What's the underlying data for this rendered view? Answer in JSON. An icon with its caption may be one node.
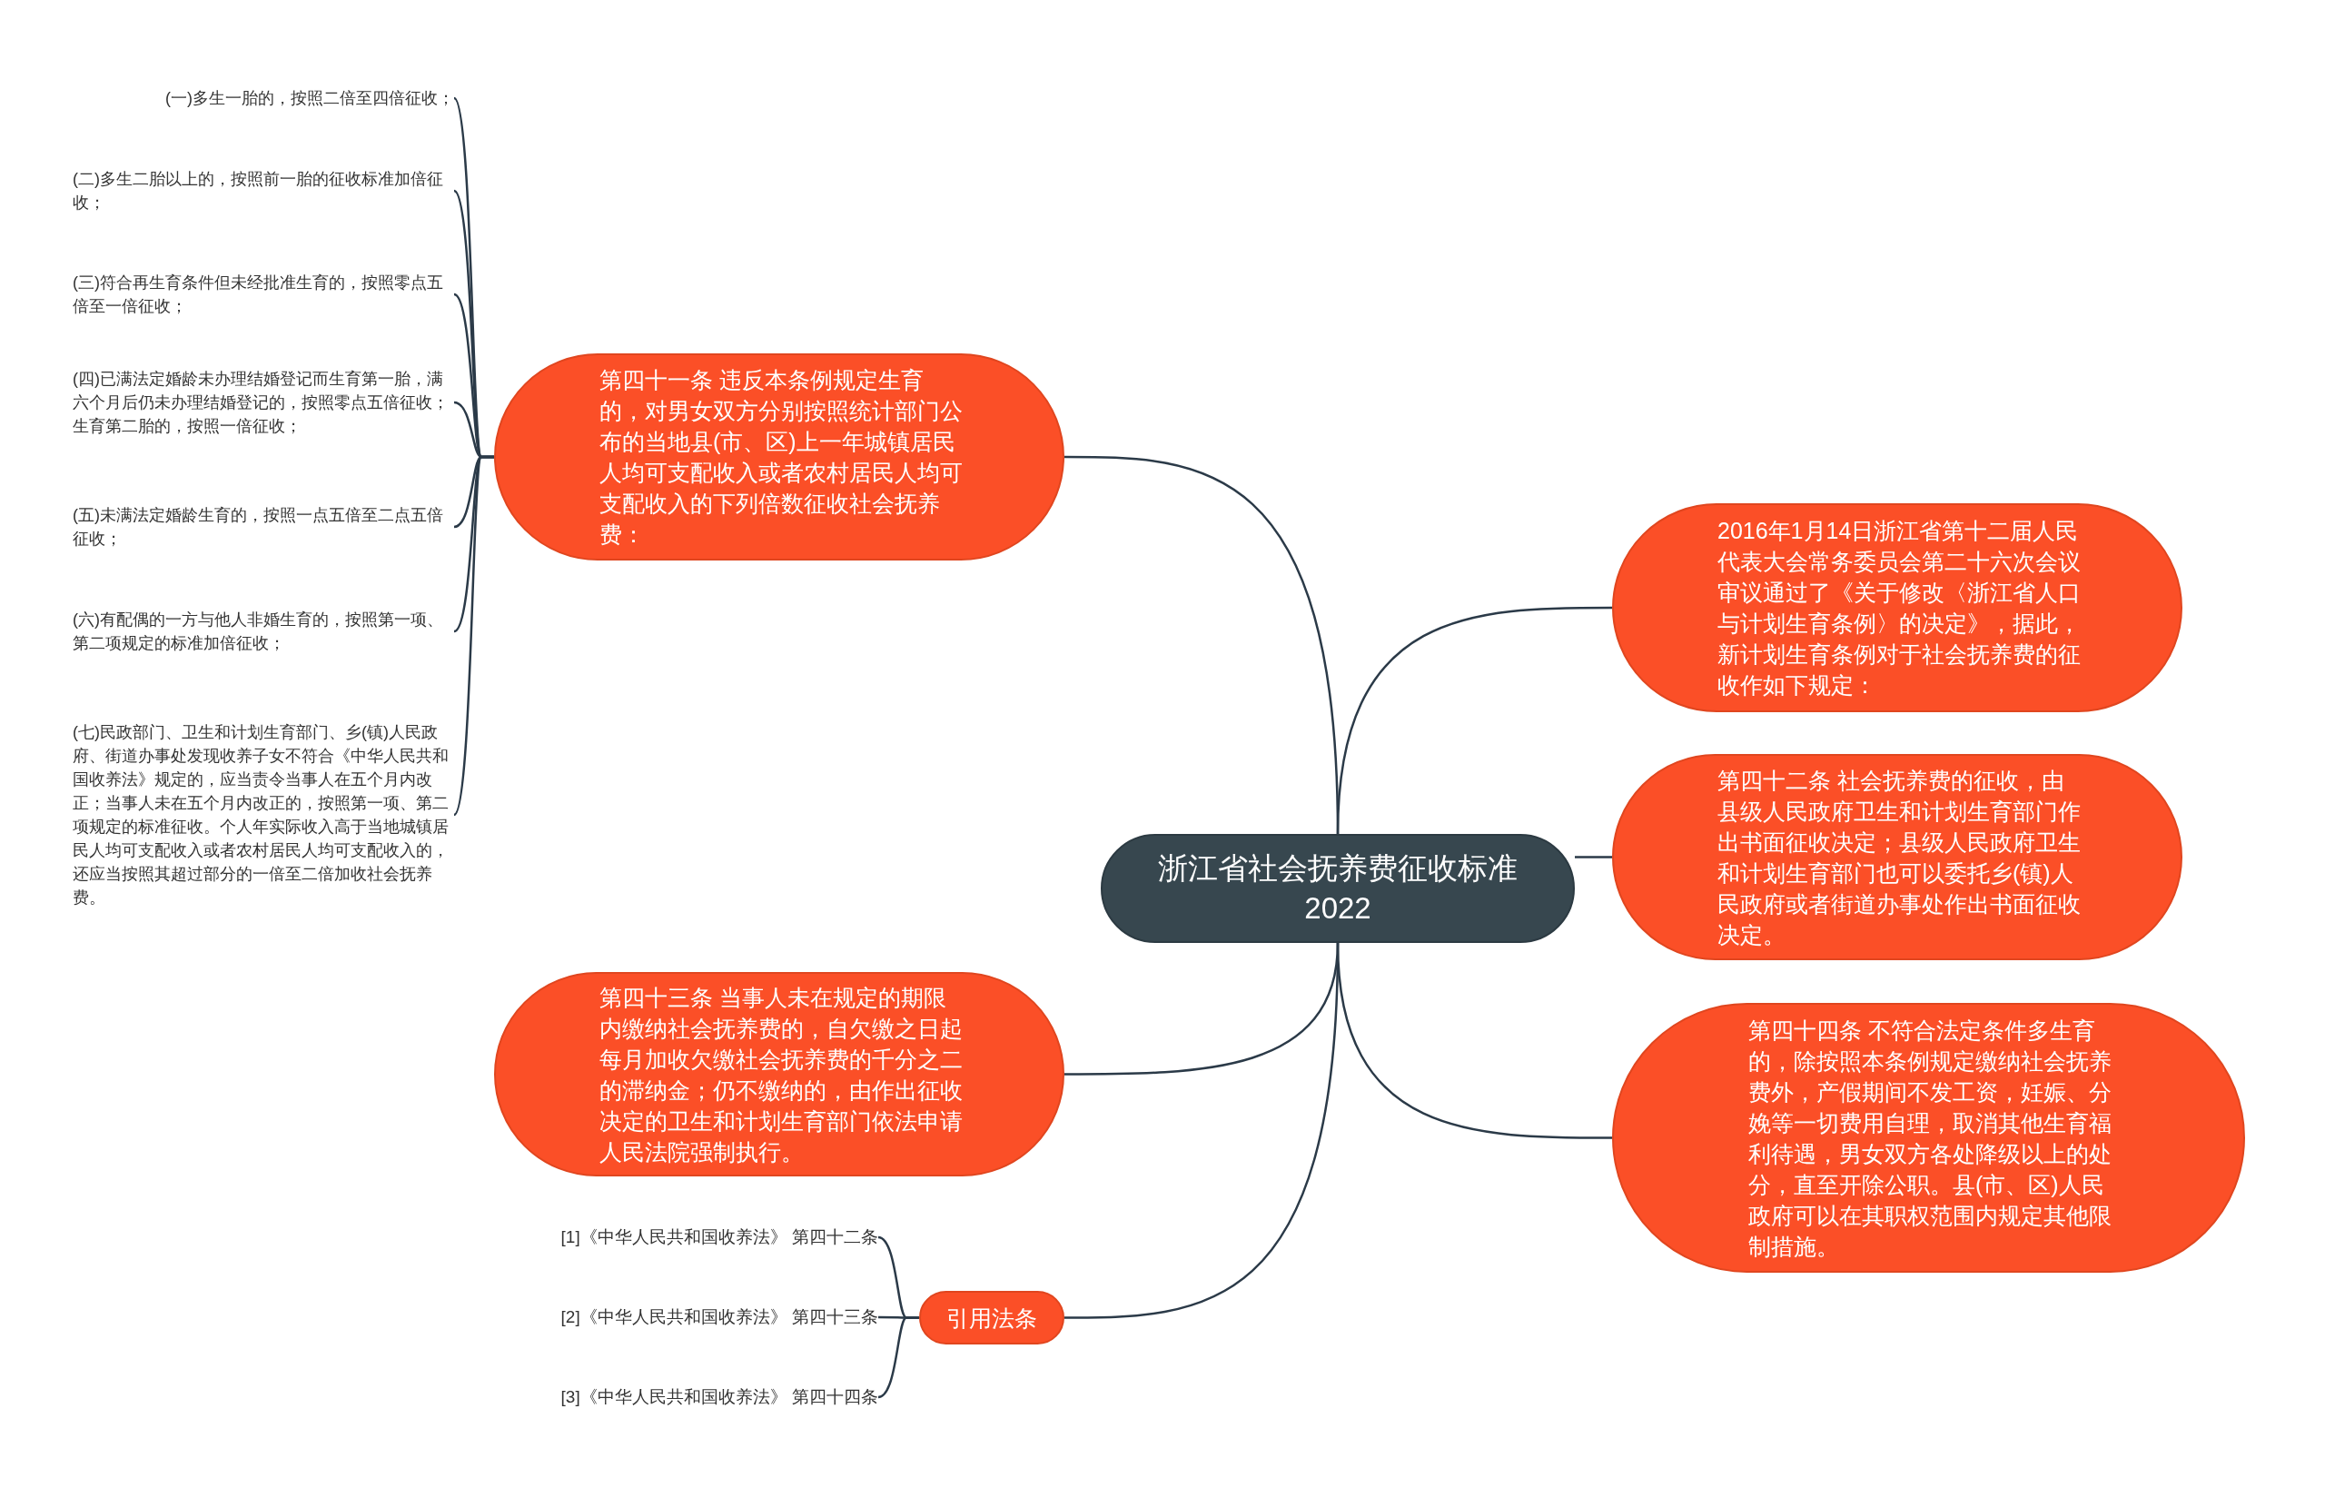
{
  "diagram": {
    "nodes": [
      {
        "text": [
          "浙江省社会抚养费征收标准2022"
        ]
      },
      {
        "text": [
          "第四十一条 违反本条例规定生育的，对男女双方分别按照统计部门公布的当地县(市、区)上一年城镇居民人均可支配收入或者农村居民人均可支配收入的下列倍数征收社会抚养费："
        ]
      },
      {
        "text": [
          "(一)多生一胎的，按照二倍至四倍征收；"
        ]
      },
      {
        "text": [
          "(二)多生二胎以上的，按照前一胎的征收标准加倍征收；"
        ]
      },
      {
        "text": [
          "(三)符合再生育条件但未经批准生育的，按照零点五倍至一倍征收；"
        ]
      },
      {
        "text": [
          "(四)已满法定婚龄未办理结婚登记而生育第一胎，满六个月后仍未办理结婚登记的，按照零点五倍征收；生育第二胎的，按照一倍征收；"
        ]
      },
      {
        "text": [
          "(五)未满法定婚龄生育的，按照一点五倍至二点五倍征收；"
        ]
      },
      {
        "text": [
          "(六)有配偶的一方与他人非婚生育的，按照第一项、第二项规定的标准加倍征收；"
        ]
      },
      {
        "text": [
          "(七)民政部门、卫生和计划生育部门、乡(镇)人民政府、街道办事处发现收养子女不符合《中华人民共和国收养法》规定的，应当责令当事人在五个月内改正；当事人未在五个月内改正的，按照第一项、第二项规定的标准征收。个人年实际收入高于当地城镇居民人均可支配收入或者农村居民人均可支配收入的，还应当按照其超过部分的一倍至二倍加收社会抚养费。"
        ]
      },
      {
        "text": [
          "第四十三条 当事人未在规定的期限内缴纳社会抚养费的，自欠缴之日起每月加收欠缴社会抚养费的千分之二的滞纳金；仍不缴纳的，由作出征收决定的卫生和计划生育部门依法申请人民法院强制执行。"
        ]
      },
      {
        "text": [
          "引用法条"
        ]
      },
      {
        "text": [
          "[1]《中华人民共和国收养法》 第四十二条"
        ]
      },
      {
        "text": [
          "[2]《中华人民共和国收养法》 第四十三条"
        ]
      },
      {
        "text": [
          "[3]《中华人民共和国收养法》 第四十四条"
        ]
      },
      {
        "text": [
          "2016年1月14日浙江省第十二届人民代表大会常务委员会第二十六次会议审议通过了《关于修改〈浙江省人口与计划生育条例〉的决定》，据此，新计划生育条例对于社会抚养费的征收作如下规定："
        ]
      },
      {
        "text": [
          "第四十二条 社会抚养费的征收，由县级人民政府卫生和计划生育部门作出书面征收决定；县级人民政府卫生和计划生育部门也可以委托乡(镇)人民政府或者街道办事处作出书面征收决定。"
        ]
      },
      {
        "text": [
          "第四十四条 不符合法定条件多生育的，除按照本条例规定缴纳社会抚养费外，产假期间不发工资，妊娠、分娩等一切费用自理，取消其他生育福利待遇，男女双方各处降级以上的处分，直至开除公职。县(市、区)人民政府可以在其职权范围内规定其他限制措施。"
        ]
      }
    ],
    "edges": [
      {
        "from": 0,
        "to": 1,
        "arrow": "none"
      },
      {
        "from": 1,
        "to": 2,
        "arrow": "none"
      },
      {
        "from": 1,
        "to": 3,
        "arrow": "none"
      },
      {
        "from": 1,
        "to": 4,
        "arrow": "none"
      },
      {
        "from": 1,
        "to": 5,
        "arrow": "none"
      },
      {
        "from": 1,
        "to": 6,
        "arrow": "none"
      },
      {
        "from": 1,
        "to": 7,
        "arrow": "none"
      },
      {
        "from": 1,
        "to": 8,
        "arrow": "none"
      },
      {
        "from": 0,
        "to": 9,
        "arrow": "none"
      },
      {
        "from": 0,
        "to": 10,
        "arrow": "none"
      },
      {
        "from": 10,
        "to": 11,
        "arrow": "none"
      },
      {
        "from": 10,
        "to": 12,
        "arrow": "none"
      },
      {
        "from": 10,
        "to": 13,
        "arrow": "none"
      },
      {
        "from": 0,
        "to": 14,
        "arrow": "none"
      },
      {
        "from": 0,
        "to": 15,
        "arrow": "none"
      },
      {
        "from": 0,
        "to": 16,
        "arrow": "none"
      }
    ]
  }
}
